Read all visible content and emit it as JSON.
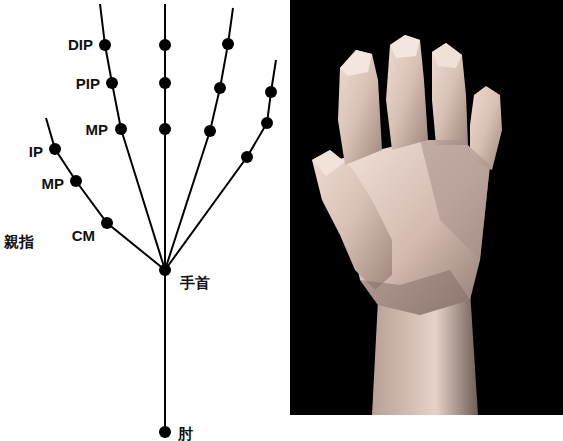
{
  "diagram": {
    "labels": [
      "DIP",
      "PIP",
      "MP",
      "IP",
      "MP",
      "親指",
      "CM",
      "手首",
      "肘"
    ]
  }
}
